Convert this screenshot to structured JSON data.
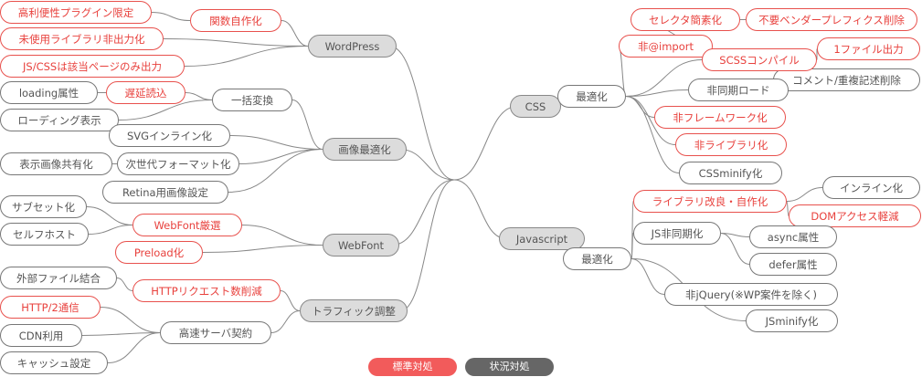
{
  "colors": {
    "standard": "#f25b5b",
    "situational": "#666666",
    "line": "#888888"
  },
  "left": {
    "wordpress": {
      "label": "WordPress",
      "children": {
        "func": "関数自作化",
        "plugin": "高利便性プラグイン限定",
        "unused": "未使用ライブラリ非出力化",
        "jscss": "JS/CSSは該当ページのみ出力"
      }
    },
    "image": {
      "label": "画像最適化",
      "children": {
        "bulk": "一括変換",
        "lazy": "遅延読込",
        "loading_attr": "loading属性",
        "loading_view": "ローディング表示",
        "svg": "SVGインライン化",
        "nextgen": "次世代フォーマット化",
        "shared": "表示画像共有化",
        "retina": "Retina用画像設定"
      }
    },
    "webfont": {
      "label": "WebFont",
      "children": {
        "select": "WebFont厳選",
        "subset": "サブセット化",
        "selfhost": "セルフホスト",
        "preload": "Preload化"
      }
    },
    "traffic": {
      "label": "トラフィック調整",
      "children": {
        "reduce": "HTTPリクエスト数削減",
        "combine": "外部ファイル結合",
        "server": "高速サーバ契約",
        "http2": "HTTP/2通信",
        "cdn": "CDN利用",
        "cache": "キャッシュ設定"
      }
    }
  },
  "right": {
    "css": {
      "label": "CSS",
      "optimize": "最適化",
      "children": {
        "selector": "セレクタ簡素化",
        "vendor": "不要ベンダープレフィクス削除",
        "noimport": "非@import",
        "scss": "SCSSコンパイル",
        "onefile": "1ファイル出力",
        "comment": "コメント/重複記述削除",
        "async": "非同期ロード",
        "noframework": "非フレームワーク化",
        "nolib": "非ライブラリ化",
        "minify": "CSSminify化"
      }
    },
    "js": {
      "label": "Javascript",
      "optimize": "最適化",
      "children": {
        "lib": "ライブラリ改良・自作化",
        "inline": "インライン化",
        "dom": "DOMアクセス軽減",
        "async": "JS非同期化",
        "async_attr": "async属性",
        "defer_attr": "defer属性",
        "nojquery": "非jQuery(※WP案件を除く)",
        "minify": "JSminify化"
      }
    }
  },
  "legend": {
    "standard": "標準対処",
    "situational": "状況対処"
  }
}
